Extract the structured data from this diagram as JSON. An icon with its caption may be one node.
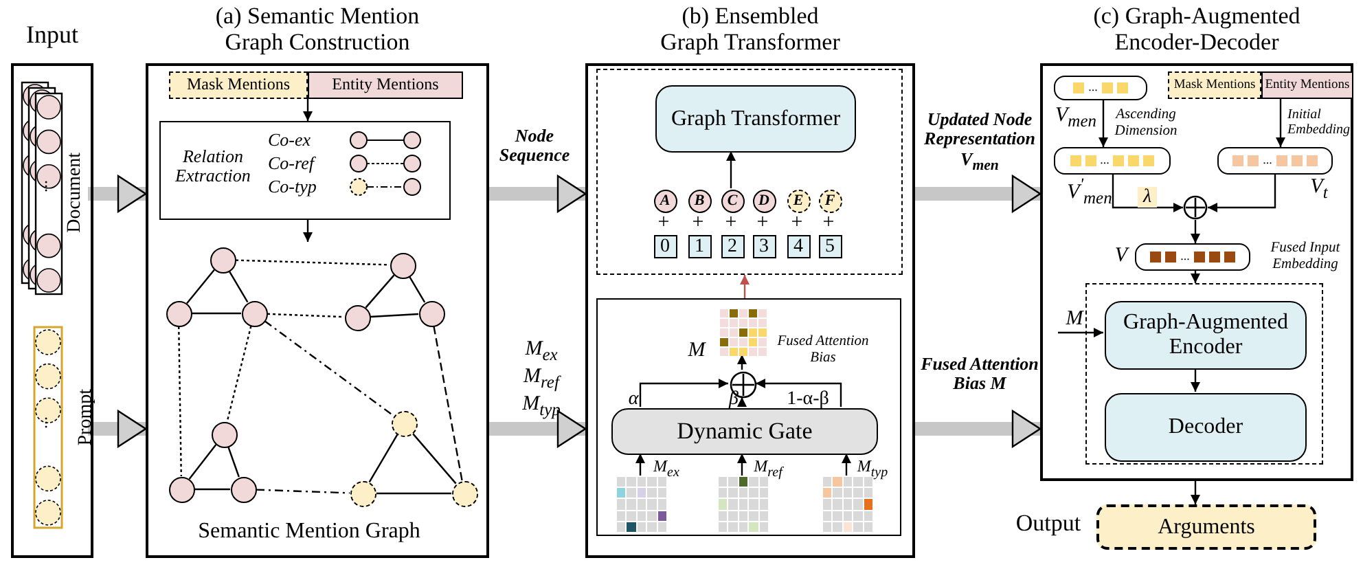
{
  "diagram": {
    "nodes": [
      {
        "text": [
          "Input"
        ]
      },
      {
        "text": [
          "...",
          "Document"
        ],
        "in": 0
      },
      {
        "text": [
          "...",
          "Prompt"
        ],
        "in": 0
      },
      {
        "text": [
          "(a) Semantic Mention Graph Construction"
        ]
      },
      {
        "text": [
          "Mask Mentions"
        ],
        "in": 3
      },
      {
        "text": [
          "Entity Mentions"
        ],
        "in": 3
      },
      {
        "text": [
          "Relation Extraction",
          "Co-ex",
          "Co-ref",
          "Co-typ"
        ],
        "in": 3
      },
      {
        "text": [],
        "shape": "circle",
        "in": 3
      },
      {
        "text": [],
        "shape": "circle",
        "in": 3
      },
      {
        "text": [],
        "shape": "circle",
        "in": 3
      },
      {
        "text": [],
        "shape": "circle",
        "in": 3
      },
      {
        "text": [],
        "shape": "circle",
        "in": 3
      },
      {
        "text": [],
        "shape": "circle",
        "in": 3
      },
      {
        "text": [],
        "shape": "circle",
        "in": 3
      },
      {
        "text": [],
        "shape": "circle",
        "in": 3
      },
      {
        "text": [],
        "shape": "circle",
        "in": 3
      },
      {
        "text": [],
        "shape": "circle",
        "in": 3
      },
      {
        "text": [],
        "shape": "circle",
        "in": 3
      },
      {
        "text": [],
        "shape": "circle",
        "in": 3
      },
      {
        "text": [
          "(b) Ensembled Graph Transformer"
        ]
      },
      {
        "text": [],
        "shape": "box",
        "in": 19
      },
      {
        "text": [
          "Graph Transformer"
        ],
        "in": 20
      },
      {
        "text": [
          "A"
        ],
        "in": 20
      },
      {
        "text": [
          "B"
        ],
        "in": 20
      },
      {
        "text": [
          "C"
        ],
        "in": 20
      },
      {
        "text": [
          "D"
        ],
        "in": 20
      },
      {
        "text": [
          "E"
        ],
        "in": 20
      },
      {
        "text": [
          "F"
        ],
        "in": 20
      },
      {
        "text": [
          "0"
        ],
        "in": 20
      },
      {
        "text": [
          "1"
        ],
        "in": 20
      },
      {
        "text": [
          "2"
        ],
        "in": 20
      },
      {
        "text": [
          "3"
        ],
        "in": 20
      },
      {
        "text": [
          "4"
        ],
        "in": 20
      },
      {
        "text": [
          "5"
        ],
        "in": 20
      },
      {
        "text": [],
        "shape": "box",
        "in": 19
      },
      {
        "text": [],
        "shape": "grid",
        "in": 34,
        "beside": [
          "M",
          "Fused Attention Bias"
        ]
      },
      {
        "text": [],
        "shape": "circle",
        "in": 34
      },
      {
        "text": [
          "Dynamic Gate"
        ],
        "in": 34
      },
      {
        "text": [],
        "shape": "grid",
        "in": 34
      },
      {
        "text": [],
        "shape": "grid",
        "in": 34
      },
      {
        "text": [],
        "shape": "grid",
        "in": 34
      },
      {
        "text": [
          "(c) Graph-Augmented Encoder-Decoder"
        ]
      },
      {
        "text": [
          "..."
        ],
        "in": 41,
        "beside": [
          "V$_{men}$"
        ]
      },
      {
        "text": [
          "Mask Mentions"
        ],
        "in": 41
      },
      {
        "text": [
          "Entity Mentions"
        ],
        "in": 41
      },
      {
        "text": [
          "..."
        ],
        "in": 41,
        "beside": [
          "V$^{'}$$_{men}$"
        ]
      },
      {
        "text": [
          "..."
        ],
        "in": 41,
        "beside": [
          "V$_{t}$"
        ]
      },
      {
        "text": [],
        "shape": "circle",
        "in": 41
      },
      {
        "text": [
          "..."
        ],
        "in": 41,
        "beside": [
          "V",
          "Fused Input Embedding"
        ]
      },
      {
        "text": [],
        "shape": "box",
        "in": 41
      },
      {
        "text": [
          "Graph-Augmented Encoder"
        ],
        "in": 49
      },
      {
        "text": [
          "Decoder"
        ],
        "in": 49
      },
      {
        "text": [
          "Arguments"
        ],
        "beside": [
          "Output"
        ]
      }
    ],
    "edges": [
      {
        "from": 1,
        "to": 3,
        "arrow": "to",
        "style": "thick",
        "color": "#999999"
      },
      {
        "from": 2,
        "to": 3,
        "arrow": "to",
        "style": "thick",
        "color": "#999999"
      },
      {
        "from": 4,
        "to": 6,
        "arrow": "to"
      },
      {
        "from": 5,
        "to": 6,
        "arrow": "to"
      },
      {
        "from": 6,
        "to": null,
        "arrow": "to"
      },
      {
        "from": 7,
        "to": 8,
        "arrow": "none"
      },
      {
        "from": 7,
        "to": 9,
        "arrow": "none"
      },
      {
        "from": 8,
        "to": 9,
        "arrow": "none"
      },
      {
        "from": 10,
        "to": 11,
        "arrow": "none"
      },
      {
        "from": 10,
        "to": 12,
        "arrow": "none"
      },
      {
        "from": 11,
        "to": 12,
        "arrow": "none"
      },
      {
        "from": 13,
        "to": 14,
        "arrow": "none"
      },
      {
        "from": 13,
        "to": 15,
        "arrow": "none"
      },
      {
        "from": 14,
        "to": 15,
        "arrow": "none"
      },
      {
        "from": 16,
        "to": 17,
        "arrow": "none"
      },
      {
        "from": 16,
        "to": 18,
        "arrow": "none"
      },
      {
        "from": 17,
        "to": 18,
        "arrow": "none"
      },
      {
        "from": 7,
        "to": 10,
        "arrow": "none",
        "style": "dashed"
      },
      {
        "from": 9,
        "to": 11,
        "arrow": "none",
        "style": "dashed"
      },
      {
        "from": 8,
        "to": 14,
        "arrow": "none",
        "style": "dashed"
      },
      {
        "from": 9,
        "to": 13,
        "arrow": "none",
        "style": "dashed"
      },
      {
        "from": 9,
        "to": 16,
        "arrow": "none",
        "style": "dashed"
      },
      {
        "from": 15,
        "to": 17,
        "arrow": "none",
        "style": "dashed"
      },
      {
        "from": 12,
        "to": 18,
        "arrow": "none",
        "style": "dashed"
      },
      {
        "from": 3,
        "to": 19,
        "label": "Node Sequence",
        "arrow": "to",
        "style": "thick",
        "color": "#999999"
      },
      {
        "from": 3,
        "to": 19,
        "label": "M$_{ex}$ M$_{ref}$ M$_{typ}$",
        "arrow": "to",
        "style": "thick",
        "color": "#999999"
      },
      {
        "from": 24,
        "to": 21,
        "arrow": "to"
      },
      {
        "from": 38,
        "to": 37,
        "label": "M$_{ex}$",
        "arrow": "to"
      },
      {
        "from": 39,
        "to": 37,
        "label": "M$_{ref}$",
        "arrow": "to"
      },
      {
        "from": 40,
        "to": 37,
        "label": "M$_{typ}$",
        "arrow": "to"
      },
      {
        "from": 37,
        "to": 36,
        "label": "α",
        "arrow": "to"
      },
      {
        "from": 37,
        "to": 36,
        "label": "β",
        "arrow": "to"
      },
      {
        "from": 37,
        "to": 36,
        "label": "1-α-β",
        "arrow": "to"
      },
      {
        "from": 36,
        "to": 35,
        "arrow": "to"
      },
      {
        "from": 34,
        "to": 20,
        "arrow": "to",
        "color": "#c0504d"
      },
      {
        "from": 19,
        "to": 41,
        "label": "Updated Node Representation V$_{men}$",
        "arrow": "to",
        "style": "thick",
        "color": "#999999"
      },
      {
        "from": 19,
        "to": 41,
        "label": "Fused Attention Bias M",
        "arrow": "to",
        "style": "thick",
        "color": "#999999"
      },
      {
        "from": 42,
        "to": 45,
        "label": "Ascending Dimension",
        "arrow": "to"
      },
      {
        "from": 44,
        "to": 46,
        "label": "Initial Embedding",
        "arrow": "to"
      },
      {
        "from": 45,
        "to": 47,
        "label": "λ",
        "arrow": "to"
      },
      {
        "from": 46,
        "to": 47,
        "arrow": "to"
      },
      {
        "from": 47,
        "to": 48,
        "arrow": "to"
      },
      {
        "from": 48,
        "to": 49,
        "arrow": "to"
      },
      {
        "from": null,
        "to": 50,
        "label": "M",
        "arrow": "to"
      },
      {
        "from": 50,
        "to": 51,
        "arrow": "to"
      },
      {
        "from": 41,
        "to": 52,
        "arrow": "to"
      }
    ],
    "labels": [
      "Semantic Mention Graph",
      "+",
      "+",
      "+",
      "+",
      "+",
      "+"
    ]
  }
}
